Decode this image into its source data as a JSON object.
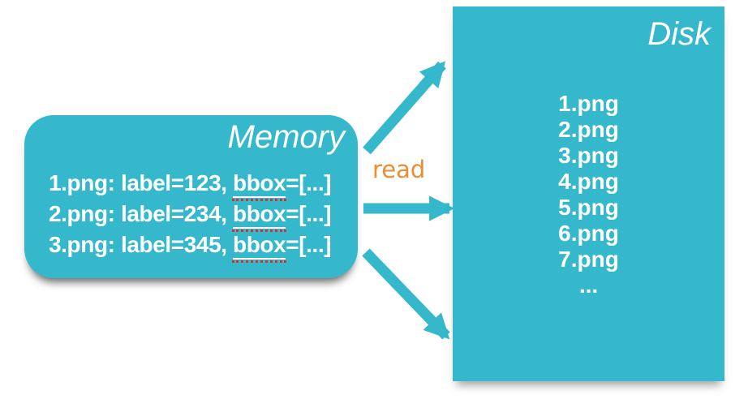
{
  "diagram": {
    "memory": {
      "title": "Memory",
      "rows": [
        {
          "pre": "1.png: label=123, ",
          "marked": "bbox",
          "post": "=[...]"
        },
        {
          "pre": "2.png: label=234, ",
          "marked": "bbox",
          "post": "=[...]"
        },
        {
          "pre": "3.png: label=345, ",
          "marked": "bbox",
          "post": "=[...]"
        }
      ]
    },
    "disk": {
      "title": "Disk",
      "files": [
        "1.png",
        "2.png",
        "3.png",
        "4.png",
        "5.png",
        "6.png",
        "7.png",
        "..."
      ]
    },
    "arrow_label": "read",
    "colors": {
      "teal": "#35b8cb",
      "orange": "#ed8c33",
      "spellcheck_red": "#d0342c",
      "text_white": "#ffffff"
    }
  }
}
